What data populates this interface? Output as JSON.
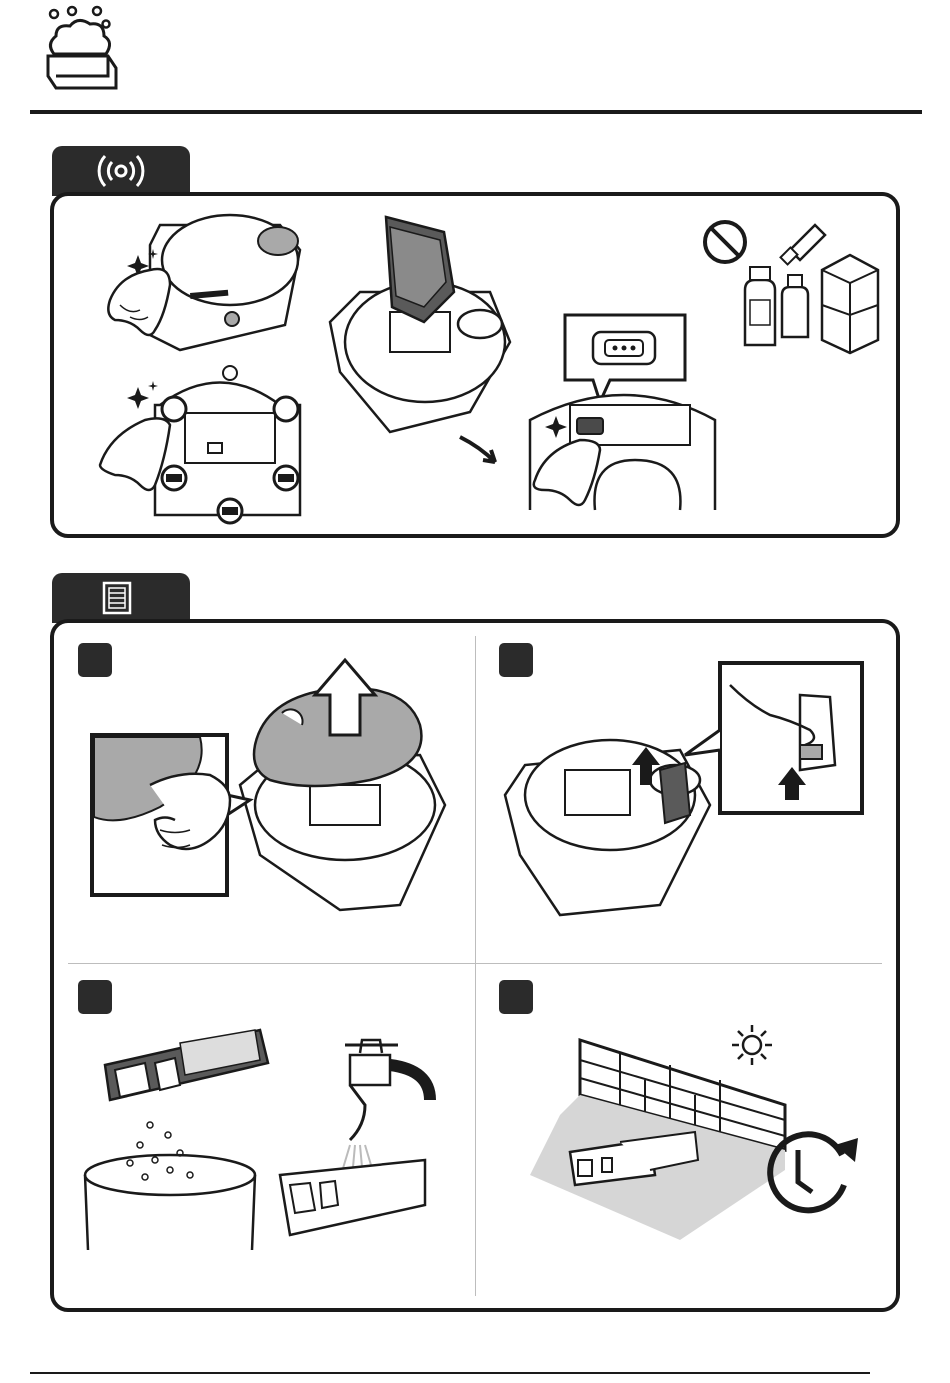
{
  "page": {
    "header_icon": "soap-bubbles-icon"
  },
  "section_sensors": {
    "tab_icon": "sensor-icon",
    "illustrations": [
      {
        "name": "wipe-top-sensor",
        "icon": "cloth-icon"
      },
      {
        "name": "wipe-bottom-sensors",
        "icon": "cloth-icon"
      },
      {
        "name": "remove-dustbin",
        "icon": "arrow-icon"
      },
      {
        "name": "wipe-charging-contacts",
        "icon": "cloth-icon"
      },
      {
        "name": "no-chemicals",
        "icon": "prohibited-icon"
      }
    ]
  },
  "section_filter": {
    "tab_icon": "filter-icon",
    "steps": [
      {
        "id": 1,
        "name": "open-cover"
      },
      {
        "id": 2,
        "name": "remove-filter"
      },
      {
        "id": 3,
        "name": "rinse-filter"
      },
      {
        "id": 4,
        "name": "dry-filter",
        "icons": [
          "sun-icon",
          "clock-icon"
        ]
      }
    ]
  },
  "colors": {
    "dark": "#2b2b2b",
    "line": "#1a1a1a",
    "gray": "#a9a9a9",
    "light_gray": "#d6d6d6"
  }
}
